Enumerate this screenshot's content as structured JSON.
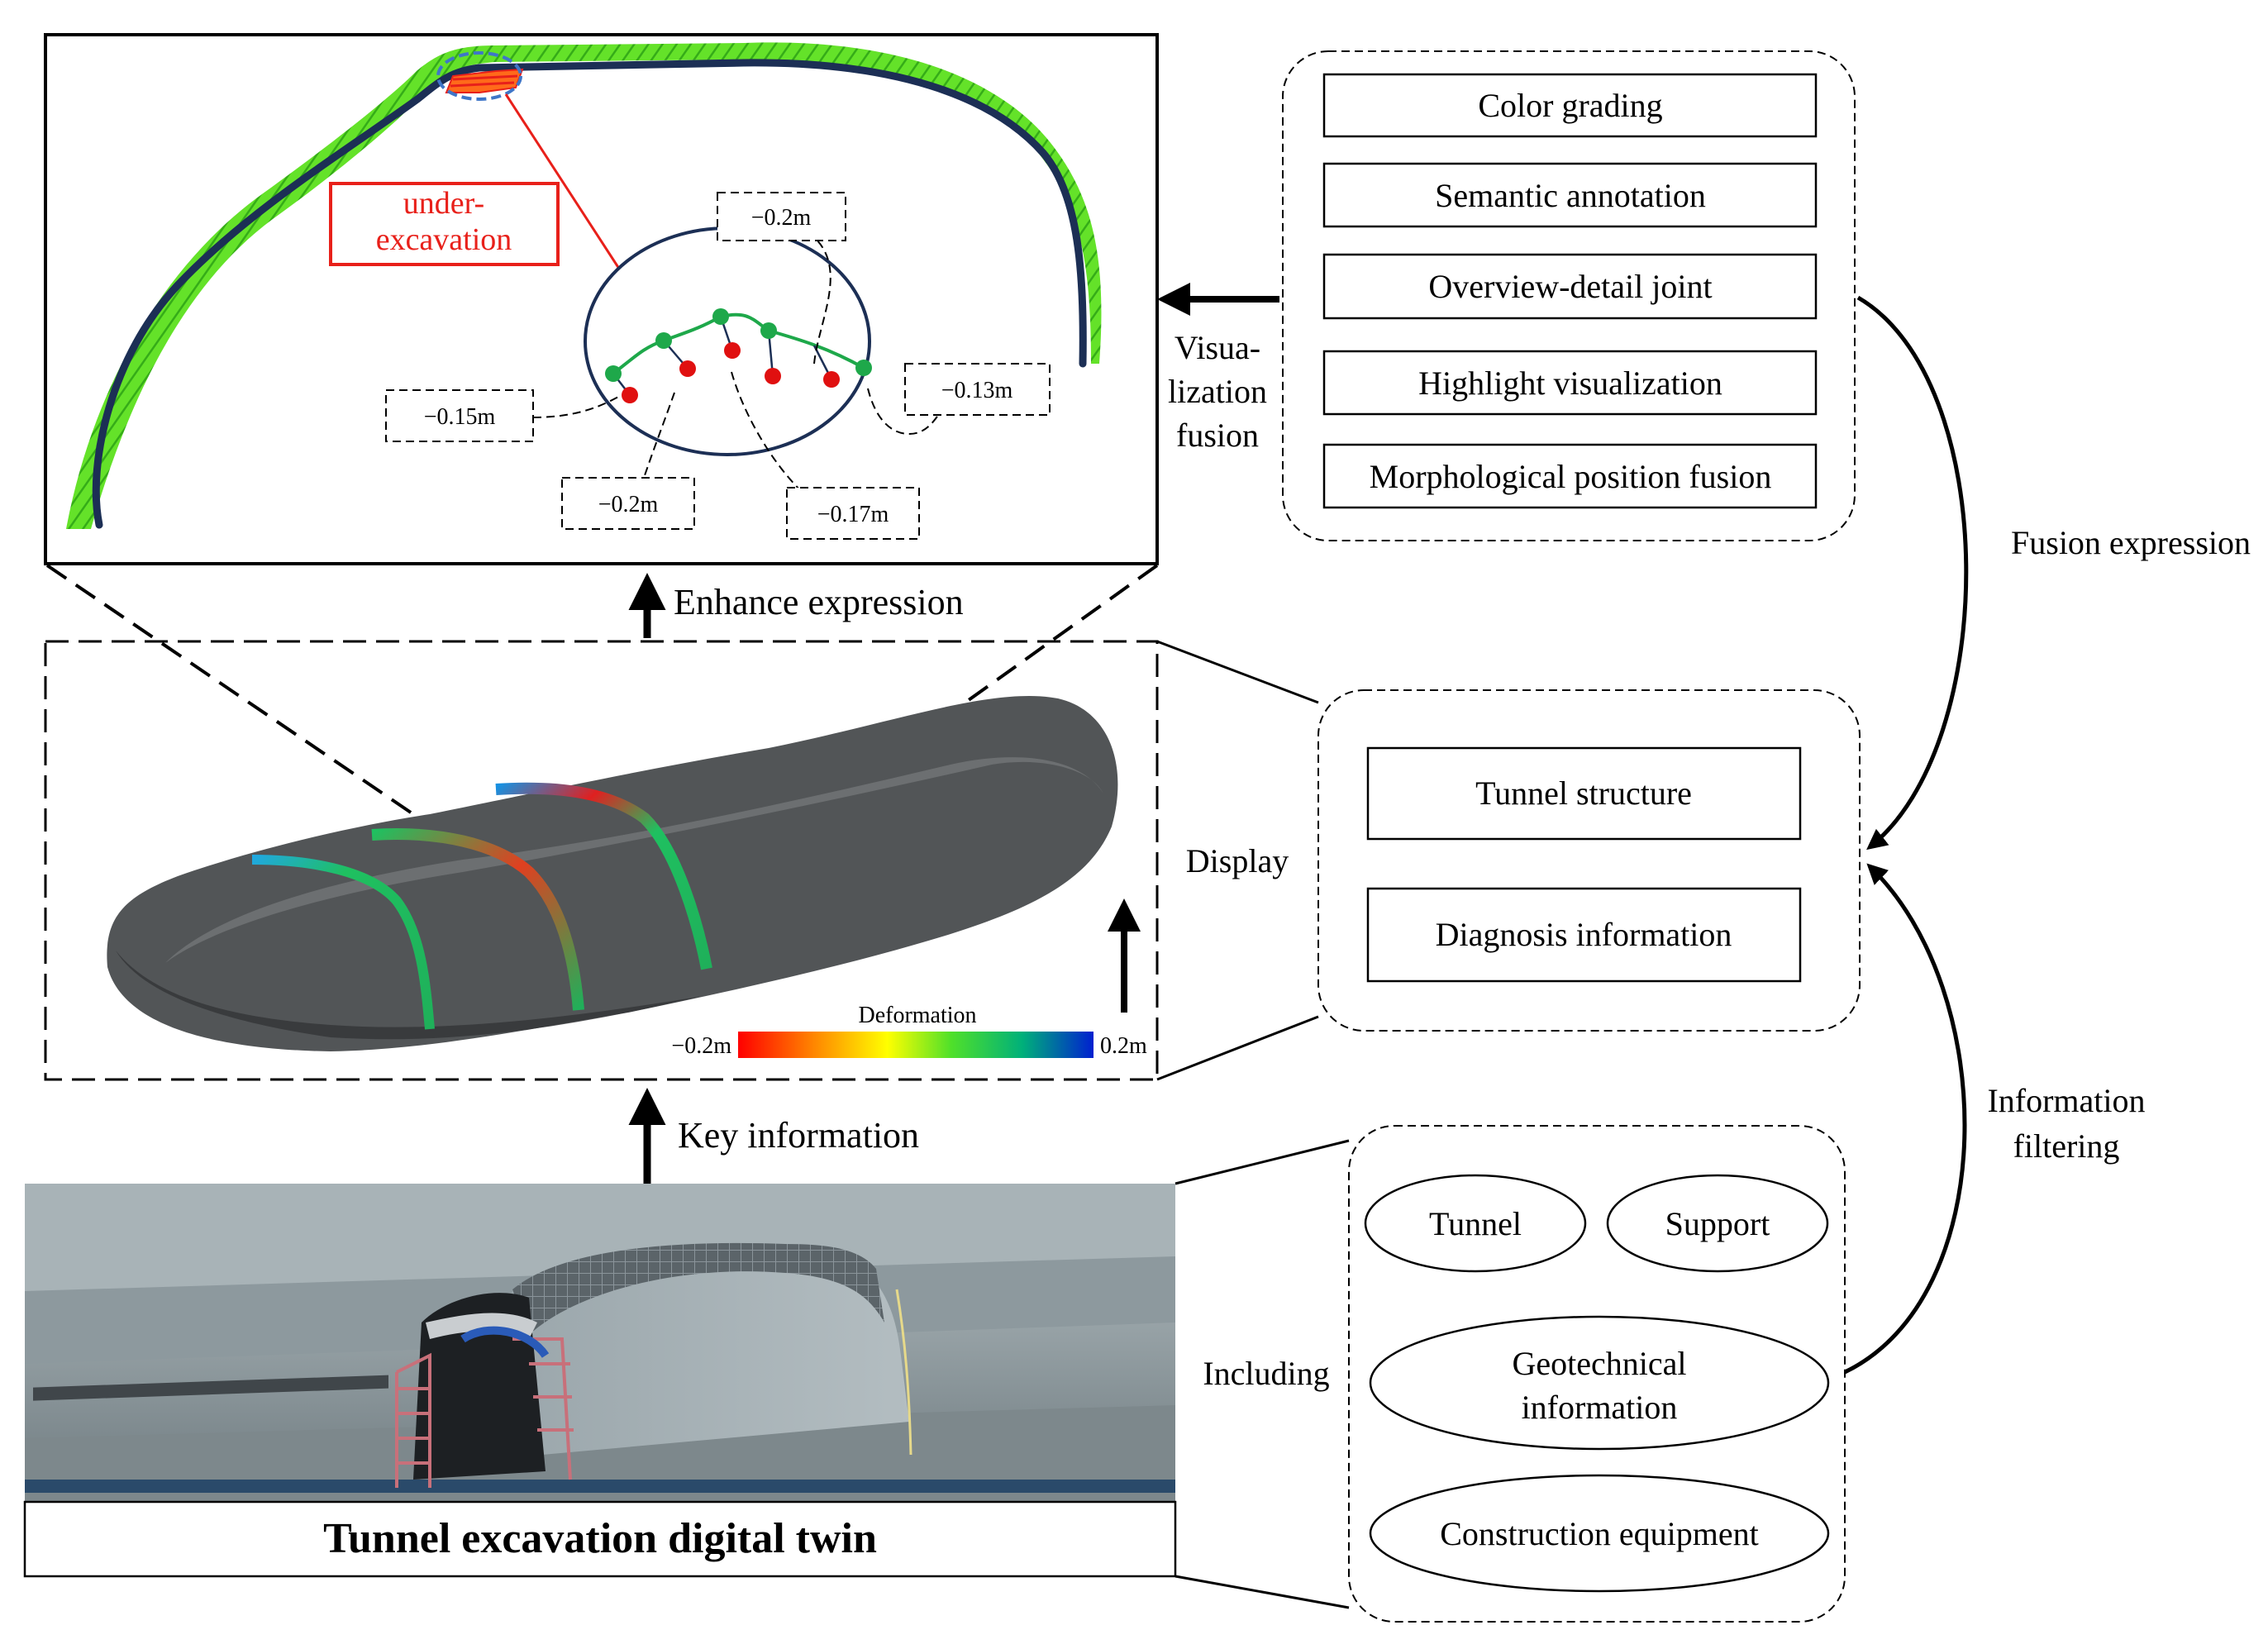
{
  "fusion_methods": [
    "Color grading",
    "Semantic annotation",
    "Overview-detail joint",
    "Highlight visualization",
    "Morphological position fusion"
  ],
  "display_items": [
    "Tunnel structure",
    "Diagnosis information"
  ],
  "including_items": [
    "Tunnel",
    "Support",
    "Geotechnical",
    "information",
    "Construction equipment"
  ],
  "arrow_labels": {
    "enhance": "Enhance expression",
    "key_info": "Key information",
    "visualization_fusion": [
      "Visua-",
      "lization",
      "fusion"
    ],
    "display": "Display",
    "including": "Including",
    "fusion_expression": "Fusion expression",
    "information_filtering": [
      "Information",
      "filtering"
    ]
  },
  "under_excavation": [
    "under-",
    "excavation"
  ],
  "deviation_labels": [
    "−0.2m",
    "−0.15m",
    "−0.13m",
    "−0.2m",
    "−0.17m"
  ],
  "legend": {
    "title": "Deformation",
    "min": "−0.2m",
    "max": "0.2m"
  },
  "digital_twin_title": "Tunnel excavation digital twin",
  "colors": {
    "scan_green": "#5ce01e",
    "profile_navy": "#1c2f55",
    "alert_red": "#e8201a",
    "highlight_blue": "#3f76c8",
    "point_green": "#1ea84a",
    "point_red": "#e01010"
  }
}
